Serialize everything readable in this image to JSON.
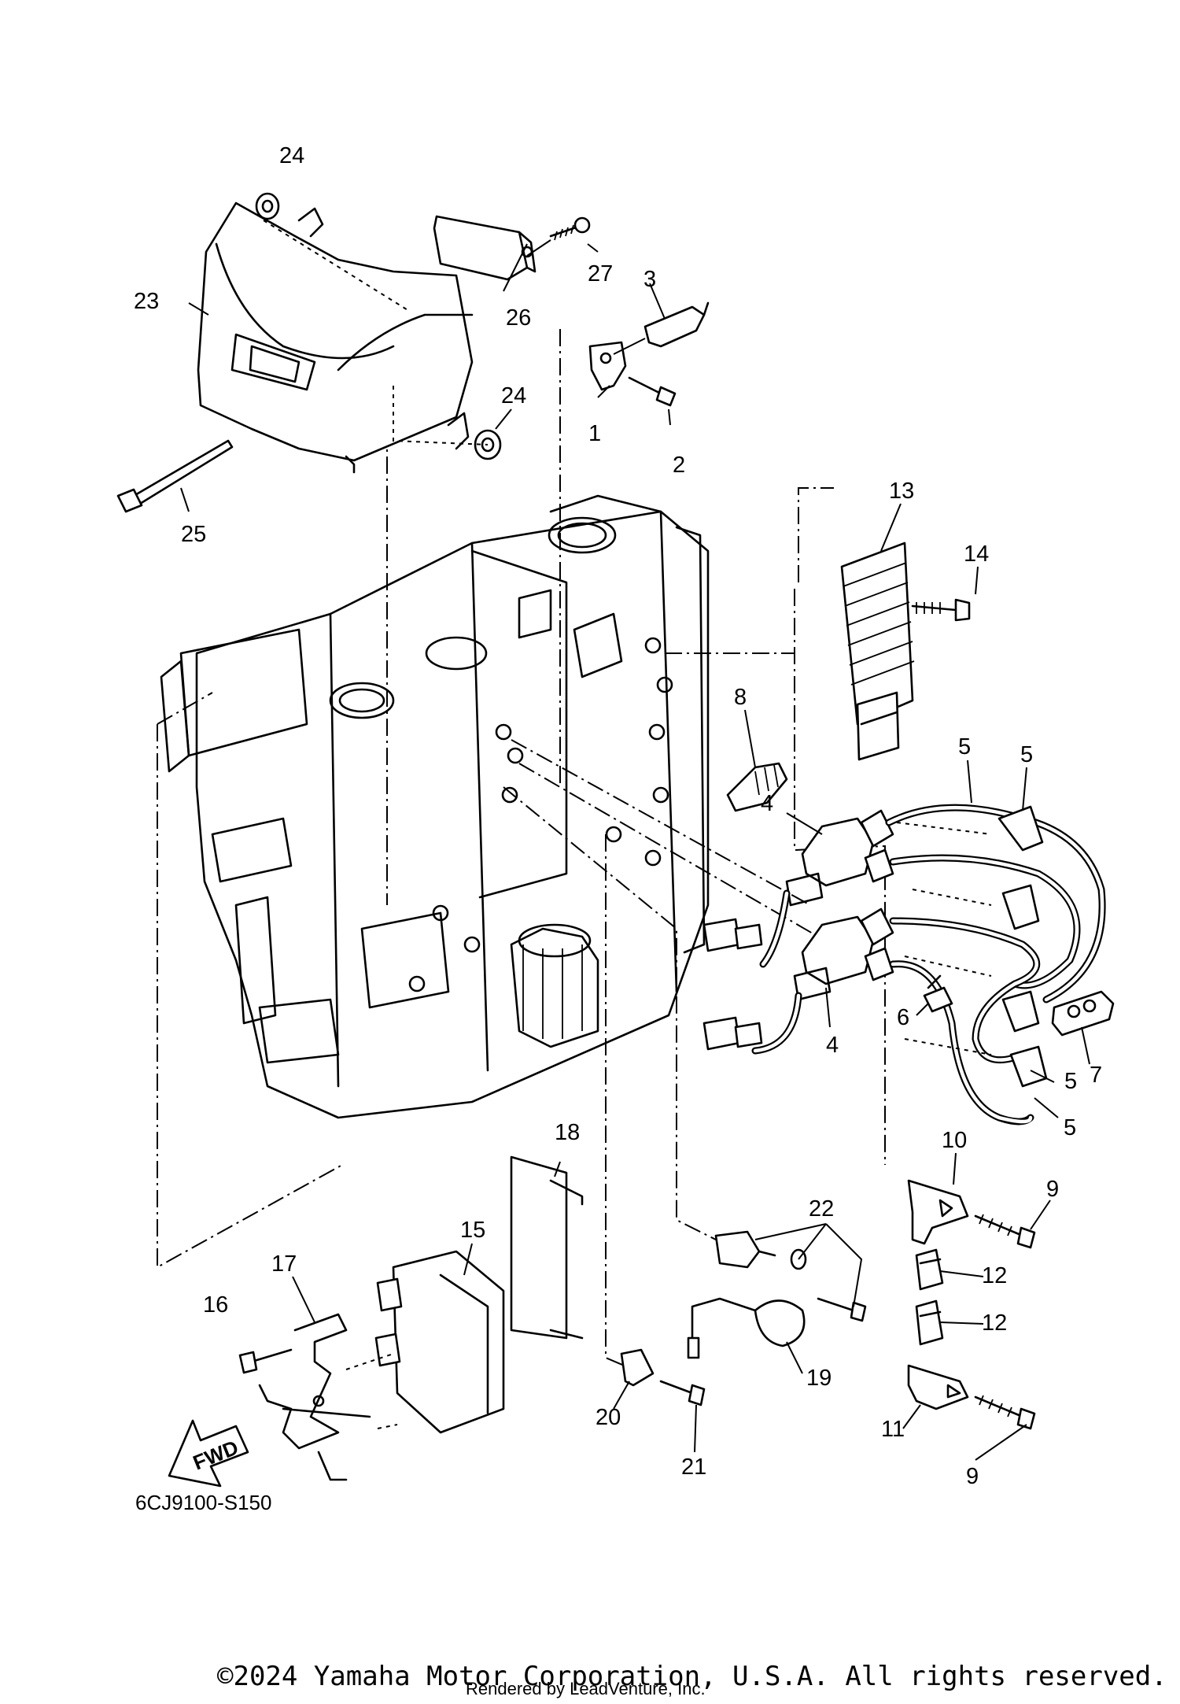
{
  "diagram": {
    "code": "6CJ9100-S150",
    "fwd_label": "FWD",
    "copyright": "©2024 Yamaha Motor Corporation, U.S.A. All rights reserved.",
    "rendered_by": "Rendered by LeadVenture, Inc.",
    "callouts": [
      "24",
      "27",
      "3",
      "23",
      "26",
      "1",
      "2",
      "24",
      "25",
      "13",
      "14",
      "8",
      "5",
      "5",
      "4",
      "6",
      "7",
      "4",
      "5",
      "5",
      "18",
      "10",
      "9",
      "22",
      "15",
      "17",
      "12",
      "16",
      "12",
      "19",
      "20",
      "11",
      "9",
      "21"
    ]
  }
}
